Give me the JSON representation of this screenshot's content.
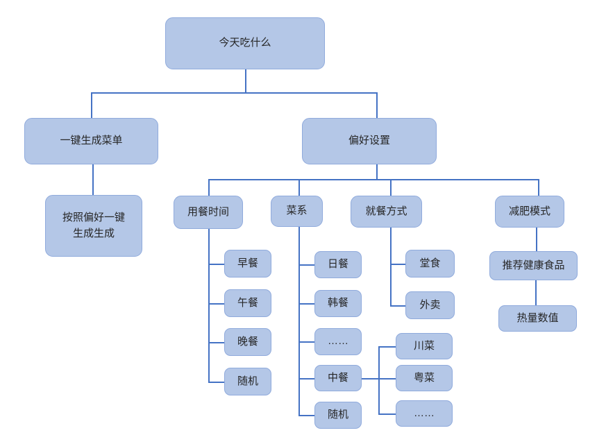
{
  "diagram": {
    "type": "org-tree",
    "colors": {
      "node_fill": "#b4c7e7",
      "node_border": "#8faadc",
      "connector": "#4472c4",
      "text": "#262626",
      "background": "#ffffff"
    },
    "nodes": {
      "root": "今天吃什么",
      "one_click_menu": "一键生成菜单",
      "one_click_detail": "按照偏好一键\n生成生成",
      "preferences": "偏好设置",
      "meal_time": {
        "label": "用餐时间",
        "children": [
          "早餐",
          "午餐",
          "晚餐",
          "随机"
        ]
      },
      "cuisine": {
        "label": "菜系",
        "children": [
          "日餐",
          "韩餐",
          "……",
          "中餐",
          "随机"
        ],
        "chinese_children": [
          "川菜",
          "粤菜",
          "……"
        ]
      },
      "dining_mode": {
        "label": "就餐方式",
        "children": [
          "堂食",
          "外卖"
        ]
      },
      "diet_mode": {
        "label": "减肥模式",
        "children": [
          "推荐健康食品",
          "热量数值"
        ]
      }
    }
  }
}
